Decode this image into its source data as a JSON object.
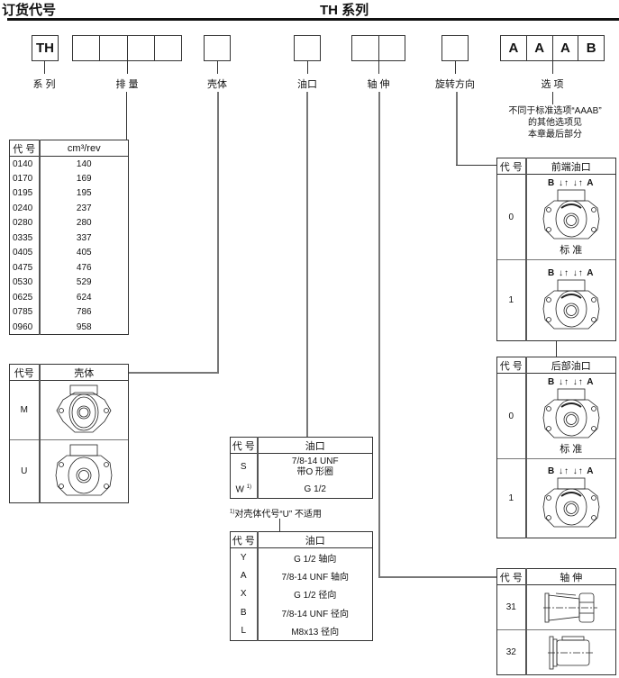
{
  "header": {
    "left_title": "订货代号",
    "center_title": "TH 系列"
  },
  "code_boxes": {
    "series": [
      "TH"
    ],
    "displacement": [
      "",
      "",
      "",
      ""
    ],
    "housing": [
      ""
    ],
    "ports": [
      ""
    ],
    "shaft": [
      "",
      ""
    ],
    "rotation": [
      ""
    ],
    "options": [
      "A",
      "A",
      "A",
      "B"
    ]
  },
  "segment_labels": {
    "series": "系 列",
    "displacement": "排 量",
    "housing": "壳体",
    "ports": "油口",
    "shaft": "轴 伸",
    "rotation": "旋转方向",
    "options": "选 项"
  },
  "options_note": [
    "不同于标准选项“AAAB”",
    "的其他选项见",
    "本章最后部分"
  ],
  "displacement_table": {
    "headers": [
      "代 号",
      "cm³/rev"
    ],
    "rows": [
      [
        "0140",
        "140"
      ],
      [
        "0170",
        "169"
      ],
      [
        "0195",
        "195"
      ],
      [
        "0240",
        "237"
      ],
      [
        "0280",
        "280"
      ],
      [
        "0335",
        "337"
      ],
      [
        "0405",
        "405"
      ],
      [
        "0475",
        "476"
      ],
      [
        "0530",
        "529"
      ],
      [
        "0625",
        "624"
      ],
      [
        "0785",
        "786"
      ],
      [
        "0960",
        "958"
      ]
    ]
  },
  "housing_table": {
    "headers": [
      "代号",
      "壳体"
    ],
    "rows": [
      {
        "code": "M",
        "icon": "housing-m-flange-icon"
      },
      {
        "code": "U",
        "icon": "housing-u-flange-icon"
      }
    ]
  },
  "port_table_1": {
    "headers": [
      "代 号",
      "油口"
    ],
    "rows": [
      {
        "code": "S",
        "desc": [
          "7/8-14 UNF",
          "带O 形圈"
        ]
      },
      {
        "code": "W",
        "sup": "1)",
        "desc": [
          "G 1/2"
        ]
      }
    ],
    "footnote_mark": "1)",
    "footnote": "对壳体代号“U” 不适用"
  },
  "port_table_2": {
    "headers": [
      "代 号",
      "油口"
    ],
    "rows": [
      [
        "Y",
        "G 1/2 轴向"
      ],
      [
        "A",
        "7/8-14 UNF 轴向"
      ],
      [
        "X",
        "G 1/2 径向"
      ],
      [
        "B",
        "7/8-14 UNF 径向"
      ],
      [
        "L",
        "M8x13 径向"
      ]
    ]
  },
  "front_port_table": {
    "headers": [
      "代 号",
      "前端油口"
    ],
    "rows": [
      {
        "code": "0",
        "arrows": "B ↓↑  ↓↑ A",
        "caption": "标 准"
      },
      {
        "code": "1",
        "arrows": "B ↓↑  ↓↑ A",
        "caption": ""
      }
    ]
  },
  "rear_port_table": {
    "headers": [
      "代 号",
      "后部油口"
    ],
    "rows": [
      {
        "code": "0",
        "arrows": "B ↓↑  ↓↑ A",
        "caption": "标 准"
      },
      {
        "code": "1",
        "arrows": "B ↓↑  ↓↑ A",
        "caption": ""
      }
    ]
  },
  "shaft_table": {
    "headers": [
      "代 号",
      "轴 伸"
    ],
    "rows": [
      {
        "code": "31",
        "icon": "tapered-shaft-icon"
      },
      {
        "code": "32",
        "icon": "cylindrical-shaft-icon"
      }
    ]
  },
  "colors": {
    "line": "#333333",
    "connector": "#777777",
    "text": "#111111"
  }
}
